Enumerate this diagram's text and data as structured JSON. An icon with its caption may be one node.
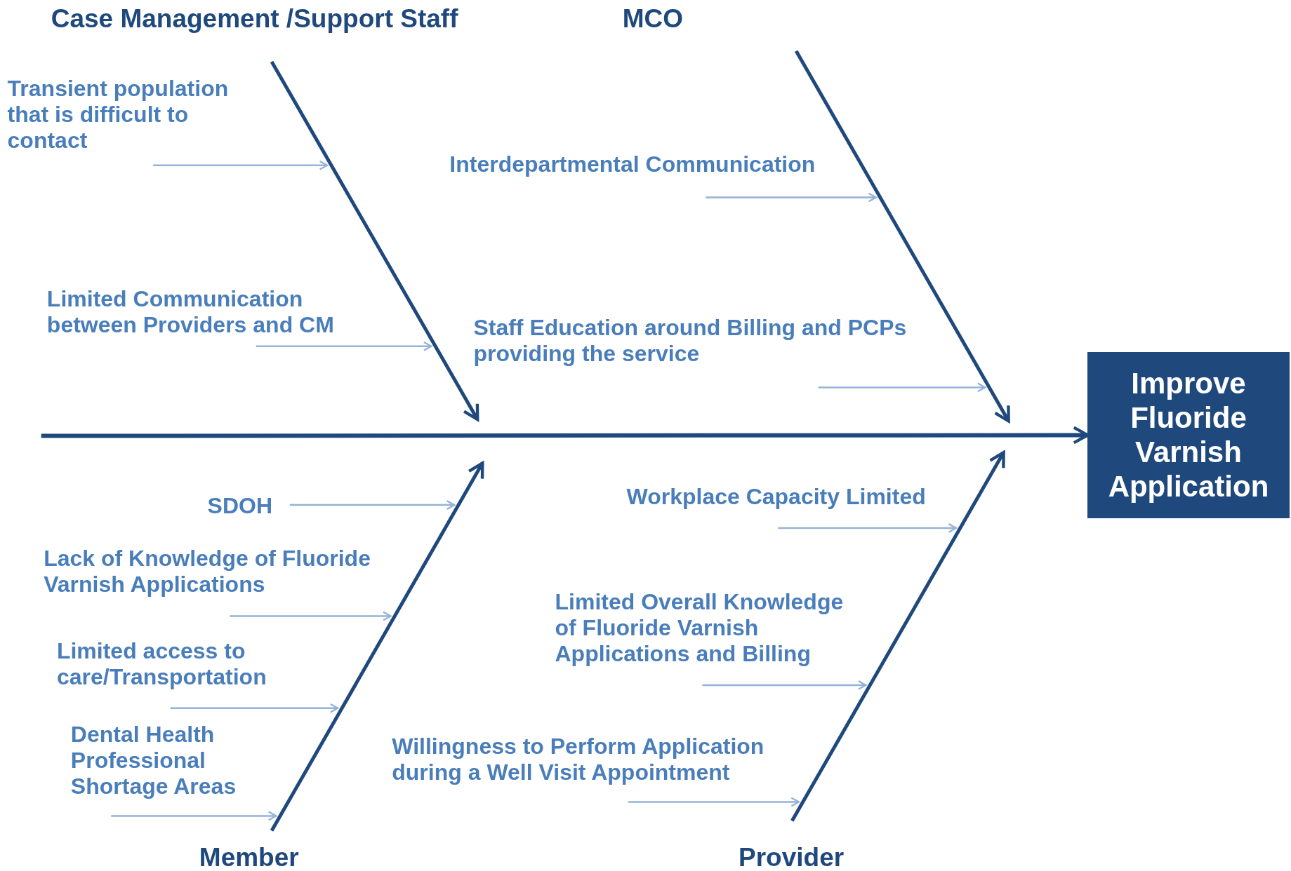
{
  "diagram": {
    "nodes": [
      {
        "text": [
          "Improve Fluoride Varnish Application"
        ]
      },
      {
        "text": [
          "Transient population that is difficult to contact"
        ]
      },
      {
        "text": [
          "Limited Communication between Providers and CM"
        ]
      },
      {
        "text": [
          "Interdepartmental Communication"
        ]
      },
      {
        "text": [
          "Staff Education around Billing and PCPs providing the service"
        ]
      },
      {
        "text": [
          "SDOH"
        ]
      },
      {
        "text": [
          "Lack of Knowledge of Fluoride Varnish Applications"
        ]
      },
      {
        "text": [
          "Limited access to care/Transportation"
        ]
      },
      {
        "text": [
          "Dental Health Professional Shortage Areas"
        ]
      },
      {
        "text": [
          "Workplace Capacity Limited"
        ]
      },
      {
        "text": [
          "Limited Overall Knowledge of Fluoride Varnish Applications and Billing"
        ]
      },
      {
        "text": [
          "Willingness to Perform Application during a Well Visit Appointment"
        ]
      },
      {
        "text": [],
        "shape": "line",
        "beside": [
          "Case Management /Support Staff"
        ]
      },
      {
        "text": [],
        "shape": "line"
      },
      {
        "text": [],
        "shape": "line",
        "beside": [
          "Member"
        ]
      },
      {
        "text": [],
        "shape": "line",
        "beside": [
          "Provider"
        ]
      }
    ],
    "edges": [
      {
        "from": null,
        "to": 0,
        "arrow": "to",
        "style": "thick",
        "color": "#1f497d"
      },
      {
        "from": 1,
        "to": 12,
        "arrow": "to"
      },
      {
        "from": 2,
        "to": 12,
        "arrow": "to"
      },
      {
        "from": 3,
        "to": 13,
        "arrow": "to"
      },
      {
        "from": 4,
        "to": 13,
        "arrow": "to"
      },
      {
        "from": 5,
        "to": 14,
        "arrow": "to"
      },
      {
        "from": 6,
        "to": 14,
        "arrow": "to"
      },
      {
        "from": 7,
        "to": 14,
        "arrow": "to"
      },
      {
        "from": 8,
        "to": 14,
        "arrow": "to"
      },
      {
        "from": 9,
        "to": 15,
        "arrow": "to"
      },
      {
        "from": 10,
        "to": 15,
        "arrow": "to"
      },
      {
        "from": 11,
        "to": 15,
        "arrow": "to"
      }
    ],
    "labels": [
      "MCO"
    ]
  }
}
